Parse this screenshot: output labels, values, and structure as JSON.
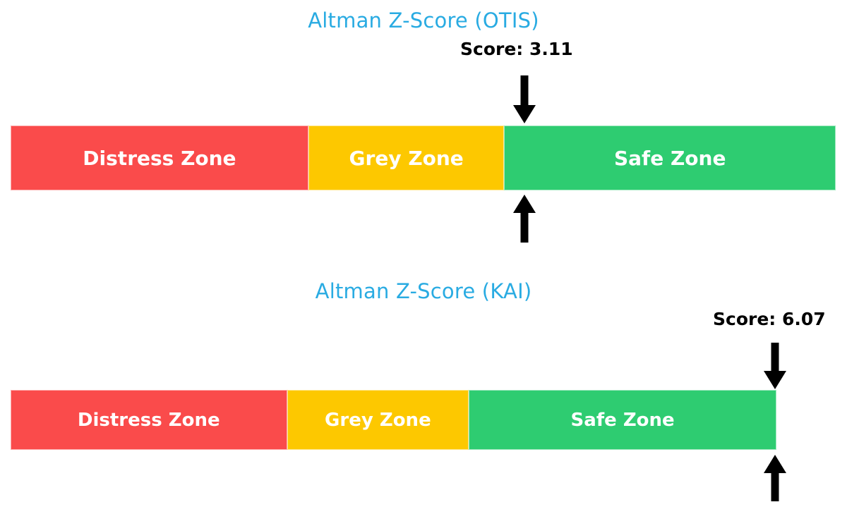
{
  "chart_data": [
    {
      "type": "bar",
      "title": "Altman Z-Score (OTIS)",
      "orientation": "horizontal-stacked-gauge",
      "score_label": "Score: 3.11",
      "score_value": 3.11,
      "marker_down_icon": "arrow-down-icon",
      "marker_up_icon": "arrow-up-icon",
      "categories": [
        "Distress Zone",
        "Grey Zone",
        "Safe Zone"
      ],
      "values": [
        36.1,
        23.7,
        40.2
      ],
      "colors": [
        "#fa4b4b",
        "#fdc800",
        "#2ecc71"
      ],
      "xlabel": "",
      "ylabel": "",
      "grid": false,
      "legend": "none"
    },
    {
      "type": "bar",
      "title": "Altman Z-Score (KAI)",
      "orientation": "horizontal-stacked-gauge",
      "score_label": "Score: 6.07",
      "score_value": 6.07,
      "marker_down_icon": "arrow-down-icon",
      "marker_up_icon": "arrow-up-icon",
      "categories": [
        "Distress Zone",
        "Grey Zone",
        "Safe Zone"
      ],
      "values": [
        36.1,
        23.7,
        40.2
      ],
      "colors": [
        "#fa4b4b",
        "#fdc800",
        "#2ecc71"
      ],
      "xlabel": "",
      "ylabel": "",
      "grid": false,
      "legend": "none"
    }
  ],
  "theme": {
    "title_color": "#29abe2",
    "score_color": "#000000",
    "zone_text_color": "#ffffff",
    "background": "#ffffff",
    "distress_color": "#fa4b4b",
    "grey_color": "#fdc800",
    "safe_color": "#2ecc71"
  }
}
